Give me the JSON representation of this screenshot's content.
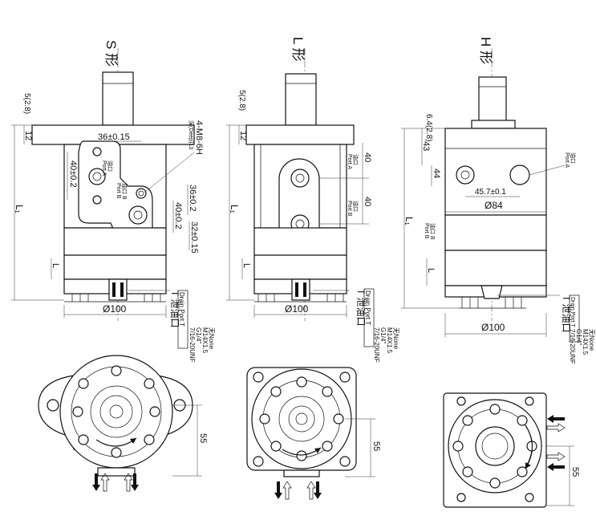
{
  "views": {
    "s": {
      "title": "S 形",
      "dims": {
        "top_offset": "5(2.8)",
        "flange": "12",
        "length": "L₁",
        "l": "L",
        "port_spacing_h": "36±0.15",
        "port_spacing_v": "40±0.2",
        "bolt": "4-M8-6H",
        "bolt_depth": "深(Deep)13",
        "d1": "36±0.2",
        "d2": "40±0.2",
        "d3": "32±0.15",
        "diameter": "Ø100",
        "bottom": "55"
      },
      "ports": {
        "a_cn": "油口",
        "a_en": "Port A",
        "b_cn": "油口 B",
        "b_en": "Port B",
        "t_cn": "T 泄油口",
        "t_en": "Drain Port T",
        "opt_none": "无None",
        "opt_m14": "M14X1.5",
        "opt_g14": "G1/4\"",
        "opt_unf": "7/16-20UNF"
      }
    },
    "l": {
      "title": "L 形",
      "dims": {
        "top_offset": "5(2.8)",
        "flange": "12",
        "length": "L₁",
        "l": "L",
        "d40a": "40",
        "d40b": "40",
        "diameter": "Ø100",
        "bottom": "55"
      },
      "ports": {
        "a_cn": "油口",
        "a_en": "Port A",
        "b_cn": "油口",
        "b_en": "Port B",
        "t_cn": "T 泄油口",
        "t_en": "Drain Port T",
        "opt_none": "无None",
        "opt_m14": "M14X1.5",
        "opt_g14": "G1/4\"",
        "opt_unf": "7/16-20UNF"
      }
    },
    "h": {
      "title": "H 形",
      "dims": {
        "top_offset": "6.4(2.8)",
        "d43": "43",
        "d44": "44",
        "length": "L₁",
        "l": "L",
        "port_spacing": "45.7±0.1",
        "diameter_small": "Ø84",
        "diameter": "Ø100",
        "bottom": "55"
      },
      "ports": {
        "a_cn": "油口",
        "a_en": "Port A",
        "b_cn": "油口 B",
        "b_en": "Port B",
        "t_cn": "T 泄油口",
        "t_en": "Drain Port T",
        "opt_none": "无None",
        "opt_m14": "M14X1.5",
        "opt_g14": "G1/4\"",
        "opt_unf": "7/16-20UNF"
      }
    }
  },
  "colors": {
    "line": "#111111",
    "paper": "#ffffff"
  }
}
